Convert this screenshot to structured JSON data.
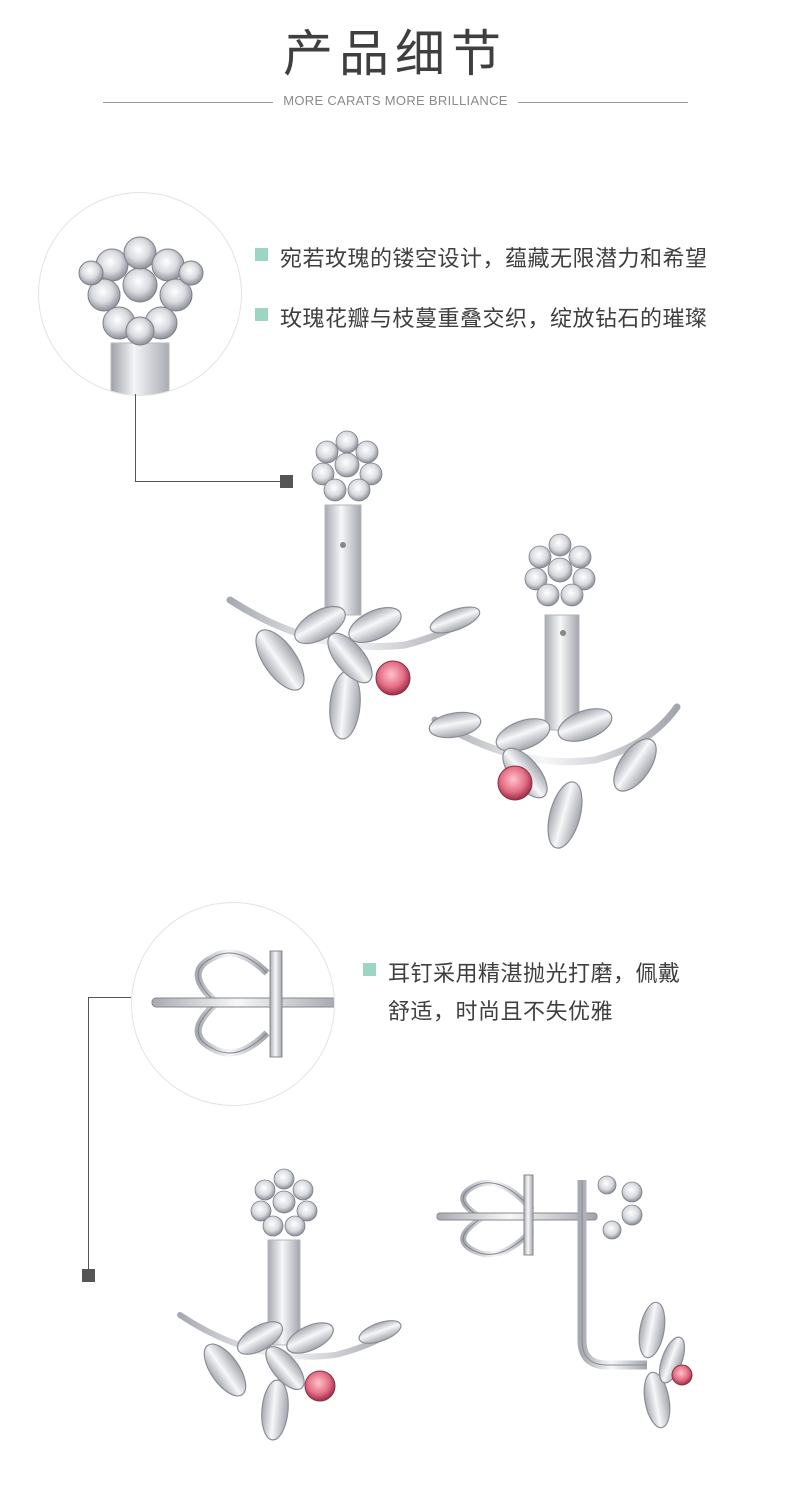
{
  "header": {
    "title": "产品细节",
    "subtitle": "MORE CARATS MORE BRILLIANCE"
  },
  "section1": {
    "bullets": [
      "宛若玫瑰的镂空设计，蕴藏无限潜力和希望",
      "玫瑰花瓣与枝蔓重叠交织，绽放钻石的璀璨"
    ]
  },
  "section2": {
    "bullets": [
      "耳钉采用精湛抛光打磨，佩戴\n舒适，时尚且不失优雅"
    ]
  },
  "colors": {
    "accent": "#9cd6c0",
    "connector": "#555555",
    "pink_stone": "#e0607a",
    "silver": "#c9cbd0"
  },
  "icons": [
    "flower-cluster-closeup",
    "earring-back-closeup",
    "leaf-earring-front",
    "leaf-earring-angled",
    "earring-side-profile"
  ]
}
